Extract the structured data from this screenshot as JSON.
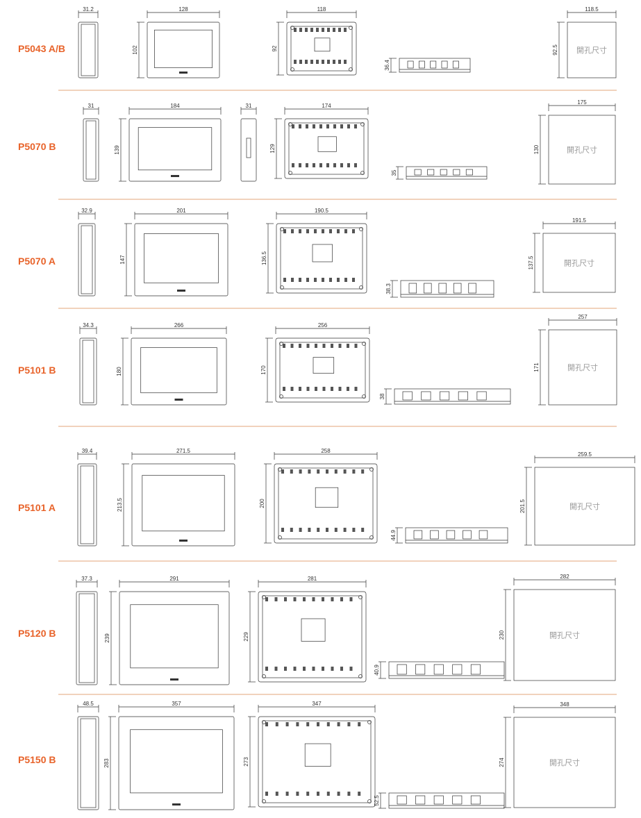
{
  "cutout_label": "開孔尺寸",
  "accent_color": "#e8632a",
  "rows": [
    {
      "model": "P5043 A/B",
      "side_depth": "31.2",
      "front_width": "128",
      "front_height": "102",
      "rear_width": "118",
      "rear_height": "92",
      "bottom_depth": "36.4",
      "cut_width": "118.5",
      "cut_height": "92.5",
      "side2_depth": ""
    },
    {
      "model": "P5070 B",
      "side_depth": "31",
      "front_width": "184",
      "front_height": "139",
      "rear_width": "174",
      "rear_height": "129",
      "bottom_depth": "35",
      "cut_width": "175",
      "cut_height": "130",
      "side2_depth": "31"
    },
    {
      "model": "P5070 A",
      "side_depth": "32.9",
      "front_width": "201",
      "front_height": "147",
      "rear_width": "190.5",
      "rear_height": "136.5",
      "bottom_depth": "38.3",
      "cut_width": "191.5",
      "cut_height": "137.5",
      "side2_depth": ""
    },
    {
      "model": "P5101 B",
      "side_depth": "34.3",
      "front_width": "266",
      "front_height": "180",
      "rear_width": "256",
      "rear_height": "170",
      "bottom_depth": "38",
      "cut_width": "257",
      "cut_height": "171",
      "side2_depth": ""
    },
    {
      "model": "P5101 A",
      "side_depth": "39.4",
      "front_width": "271.5",
      "front_height": "213.5",
      "rear_width": "258",
      "rear_height": "200",
      "bottom_depth": "44.9",
      "cut_width": "259.5",
      "cut_height": "201.5",
      "side2_depth": ""
    },
    {
      "model": "P5120 B",
      "side_depth": "37.3",
      "front_width": "291",
      "front_height": "239",
      "rear_width": "281",
      "rear_height": "229",
      "bottom_depth": "40.9",
      "cut_width": "282",
      "cut_height": "230",
      "side2_depth": ""
    },
    {
      "model": "P5150 B",
      "side_depth": "48.5",
      "front_width": "357",
      "front_height": "283",
      "rear_width": "347",
      "rear_height": "273",
      "bottom_depth": "52.5",
      "cut_width": "348",
      "cut_height": "274",
      "side2_depth": ""
    }
  ]
}
